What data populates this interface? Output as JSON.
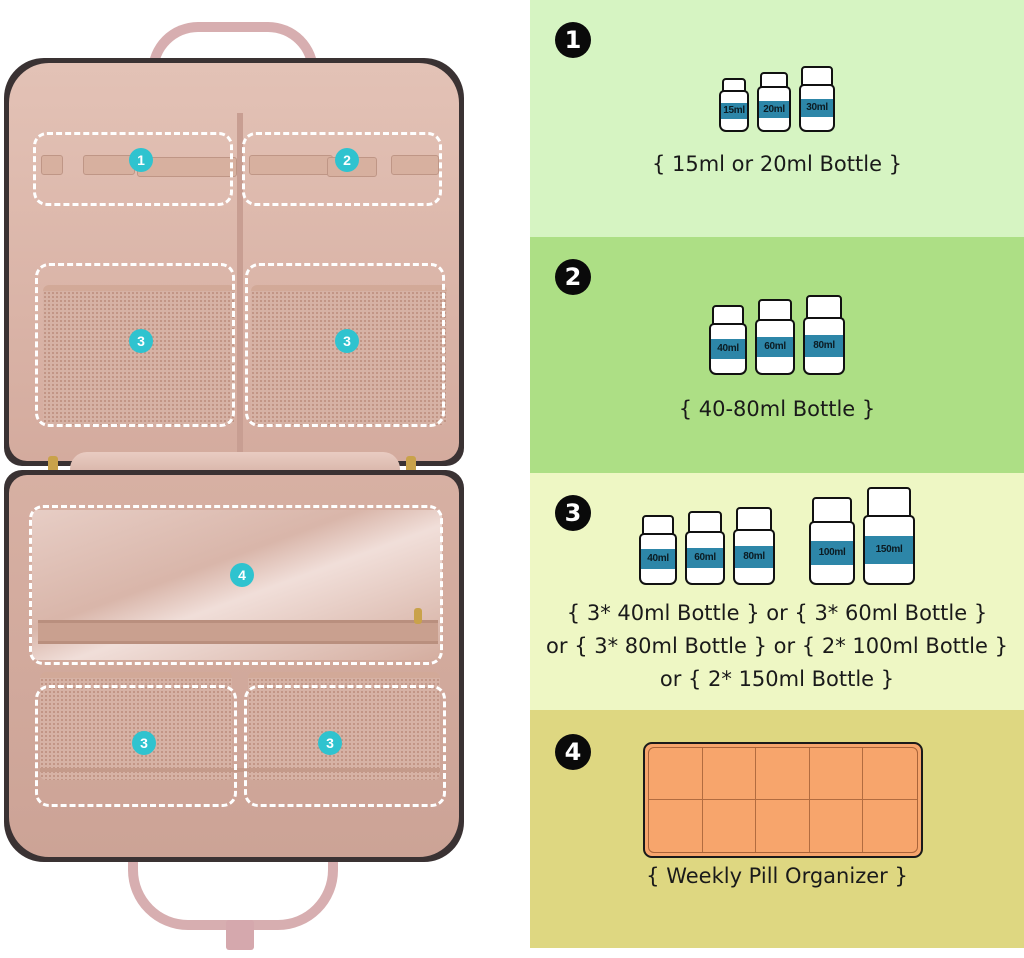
{
  "colors": {
    "panel_1_bg": "#d6f4c2",
    "panel_2_bg": "#addf85",
    "panel_3_bg": "#eef7c4",
    "panel_4_bg": "#ded781",
    "badge_teal": "#2fc3cf",
    "bottle_label": "#2d86a8",
    "organizer_fill": "#f7a56c",
    "bag_lining": "#d9b3a6"
  },
  "photo": {
    "description": "Open pink medicine organizer travel bag with dashed compartment zones",
    "zones": [
      {
        "badge": "1",
        "area": "upper-left elastic straps"
      },
      {
        "badge": "2",
        "area": "upper-right elastic straps"
      },
      {
        "badge": "3",
        "area": "upper-left mesh pocket"
      },
      {
        "badge": "3",
        "area": "upper-right mesh pocket"
      },
      {
        "badge": "4",
        "area": "lower clear zippered pocket"
      },
      {
        "badge": "3",
        "area": "lower-left mesh pocket"
      },
      {
        "badge": "3",
        "area": "lower-right mesh pocket"
      }
    ]
  },
  "panels": [
    {
      "number": "1",
      "bottles": [
        "15ml",
        "20ml",
        "30ml"
      ],
      "caption_lines": [
        "{ 15ml or 20ml Bottle }"
      ]
    },
    {
      "number": "2",
      "bottles": [
        "40ml",
        "60ml",
        "80ml"
      ],
      "caption_lines": [
        "{ 40-80ml Bottle }"
      ]
    },
    {
      "number": "3",
      "bottles": [
        "40ml",
        "60ml",
        "80ml",
        "100ml",
        "150ml"
      ],
      "caption_lines": [
        "{ 3* 40ml Bottle } or { 3* 60ml Bottle }",
        "or { 3* 80ml Bottle } or { 2* 100ml Bottle }",
        "or { 2* 150ml Bottle }"
      ]
    },
    {
      "number": "4",
      "organizer": {
        "rows": 2,
        "columns": 5
      },
      "caption_lines": [
        "{ Weekly Pill Organizer }"
      ]
    }
  ]
}
